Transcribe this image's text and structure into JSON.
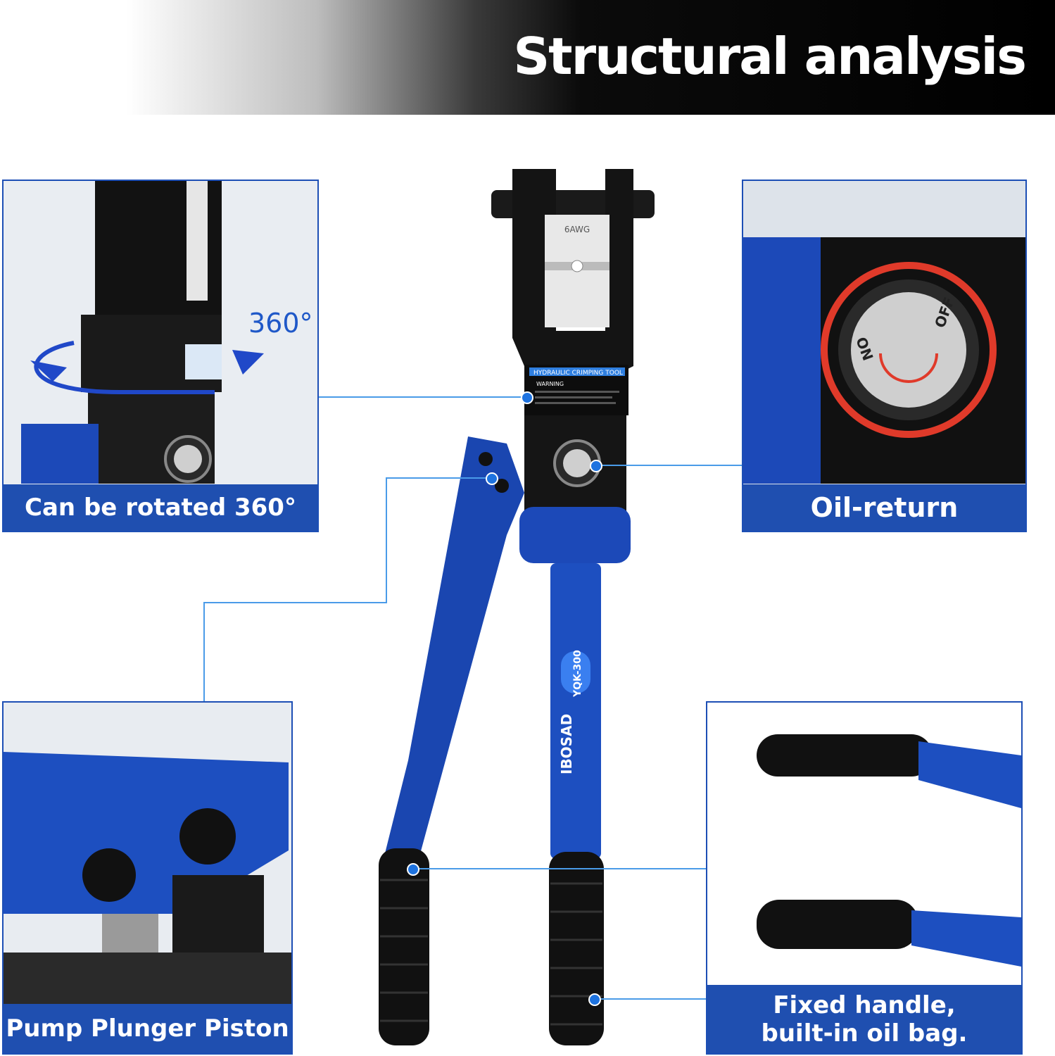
{
  "header": {
    "title": "Structural analysis"
  },
  "panels": {
    "rotate": {
      "caption": "Can be rotated 360°",
      "angle_label": "360°"
    },
    "oil_return": {
      "caption": "Oil-return",
      "knob_on": "ON",
      "knob_off": "OFF"
    },
    "pump": {
      "caption": "Pump Plunger Piston"
    },
    "handle": {
      "caption_line1": "Fixed handle,",
      "caption_line2": "built-in oil bag."
    }
  },
  "tool": {
    "label_title": "HYDRAULIC CRIMPING TOOL",
    "warning": "WARNING",
    "brand": "IBOSAD",
    "model": "YQK-300",
    "die_mark": "6AWG"
  },
  "colors": {
    "brand_blue": "#1f4fb0",
    "callout": "#4a9be8",
    "header_black": "#000000"
  }
}
